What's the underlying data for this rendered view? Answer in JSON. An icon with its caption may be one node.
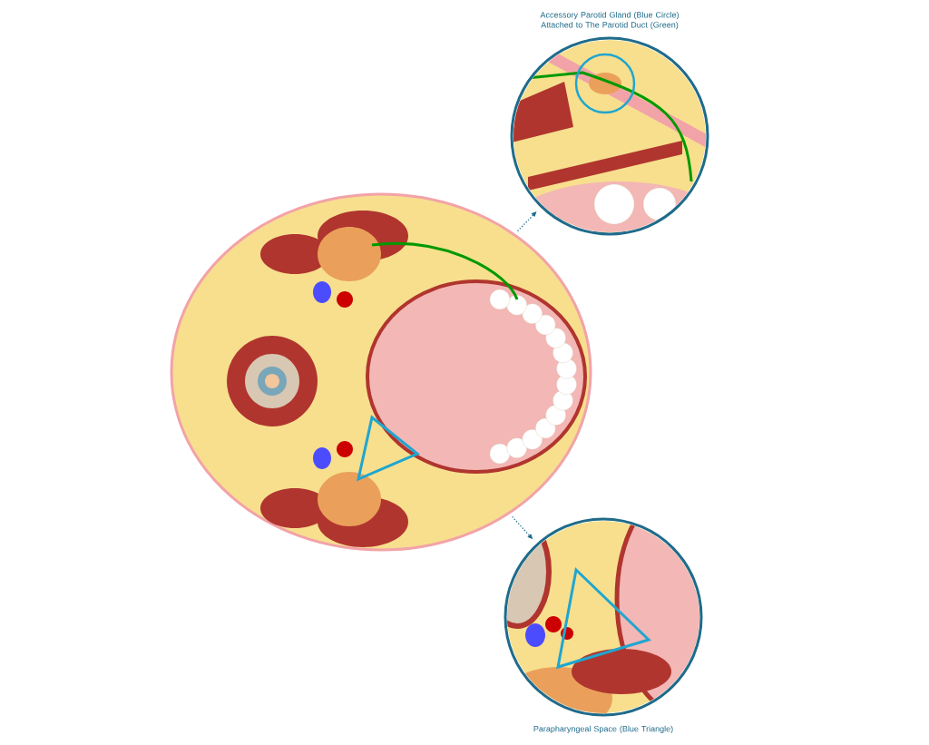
{
  "diagram": {
    "nodes": [
      {
        "text": [],
        "shape": "picture"
      },
      {
        "text": [
          "Accessory Parotid Gland (Blue Circle) Attached to The Parotid Duct (Green)"
        ]
      },
      {
        "text": [
          "Parapharyngeal Space (Blue Triangle)"
        ]
      }
    ],
    "edges": [
      {
        "from": 0,
        "to": 1,
        "arrow": "to",
        "style": "dashed"
      },
      {
        "from": 0,
        "to": 2,
        "arrow": "to",
        "style": "dashed"
      }
    ]
  }
}
